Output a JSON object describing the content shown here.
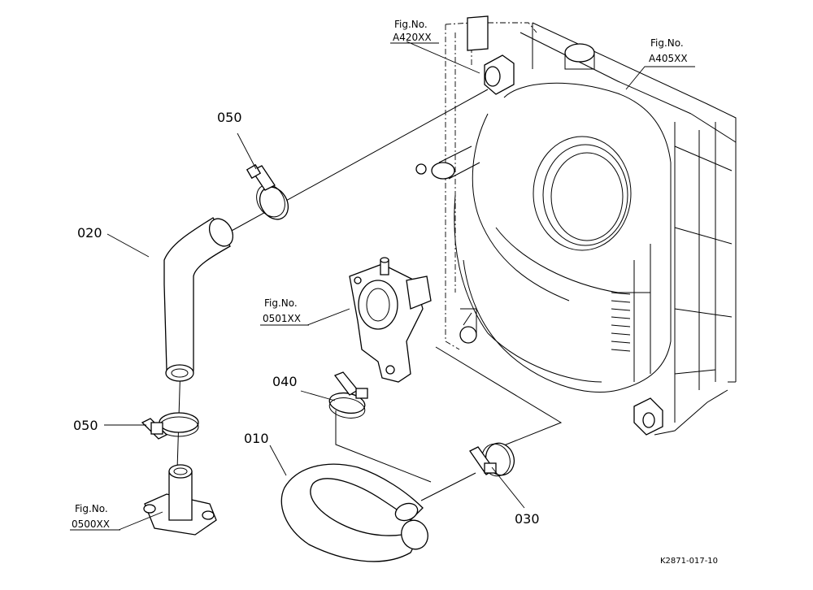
{
  "callouts": {
    "p050_top": "050",
    "p020": "020",
    "p050_bottom": "050",
    "p040": "040",
    "p010": "010",
    "p030": "030"
  },
  "figure_refs": {
    "a420": {
      "line1": "Fig.No.",
      "line2": "A420XX"
    },
    "a405": {
      "line1": "Fig.No.",
      "line2": "A405XX"
    },
    "r0501": {
      "line1": "Fig.No.",
      "line2": "0501XX"
    },
    "r0500": {
      "line1": "Fig.No.",
      "line2": "0500XX"
    }
  },
  "drawing_code": "K2871-017-10"
}
